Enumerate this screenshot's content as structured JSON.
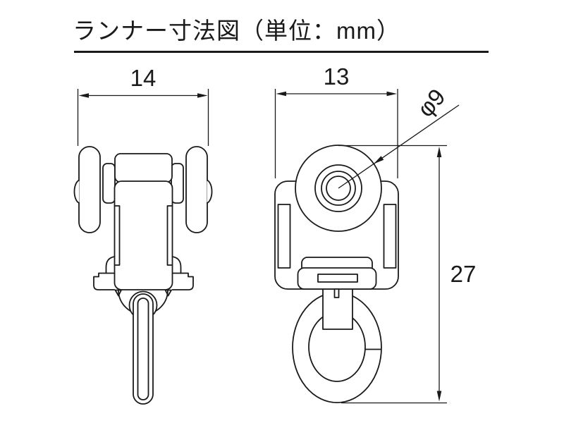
{
  "page": {
    "title": "ランナー寸法図（単位：mm）"
  },
  "diagram": {
    "unit": "mm",
    "front_view": {
      "width_mm": "14"
    },
    "side_view": {
      "width_mm": "13",
      "wheel_diameter": "φ9",
      "height_mm": "27"
    }
  },
  "colors": {
    "line": "#1a1a1a",
    "background": "#ffffff"
  }
}
